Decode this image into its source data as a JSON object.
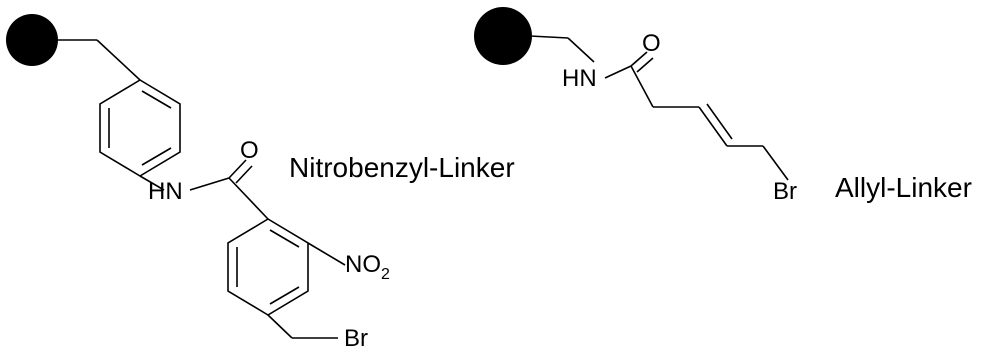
{
  "structures": [
    {
      "caption": "Nitrobenzyl-Linker",
      "atoms": {
        "amide_oxygen": "O",
        "amide_nh": "HN",
        "nitro": "NO",
        "nitro_subscript": "2",
        "bromine": "Br"
      }
    },
    {
      "caption": "Allyl-Linker",
      "atoms": {
        "amide_nh": "HN",
        "carbonyl_oxygen": "O",
        "bromine": "Br"
      }
    }
  ],
  "colors": {
    "ink": "#000000",
    "background": "#ffffff"
  }
}
